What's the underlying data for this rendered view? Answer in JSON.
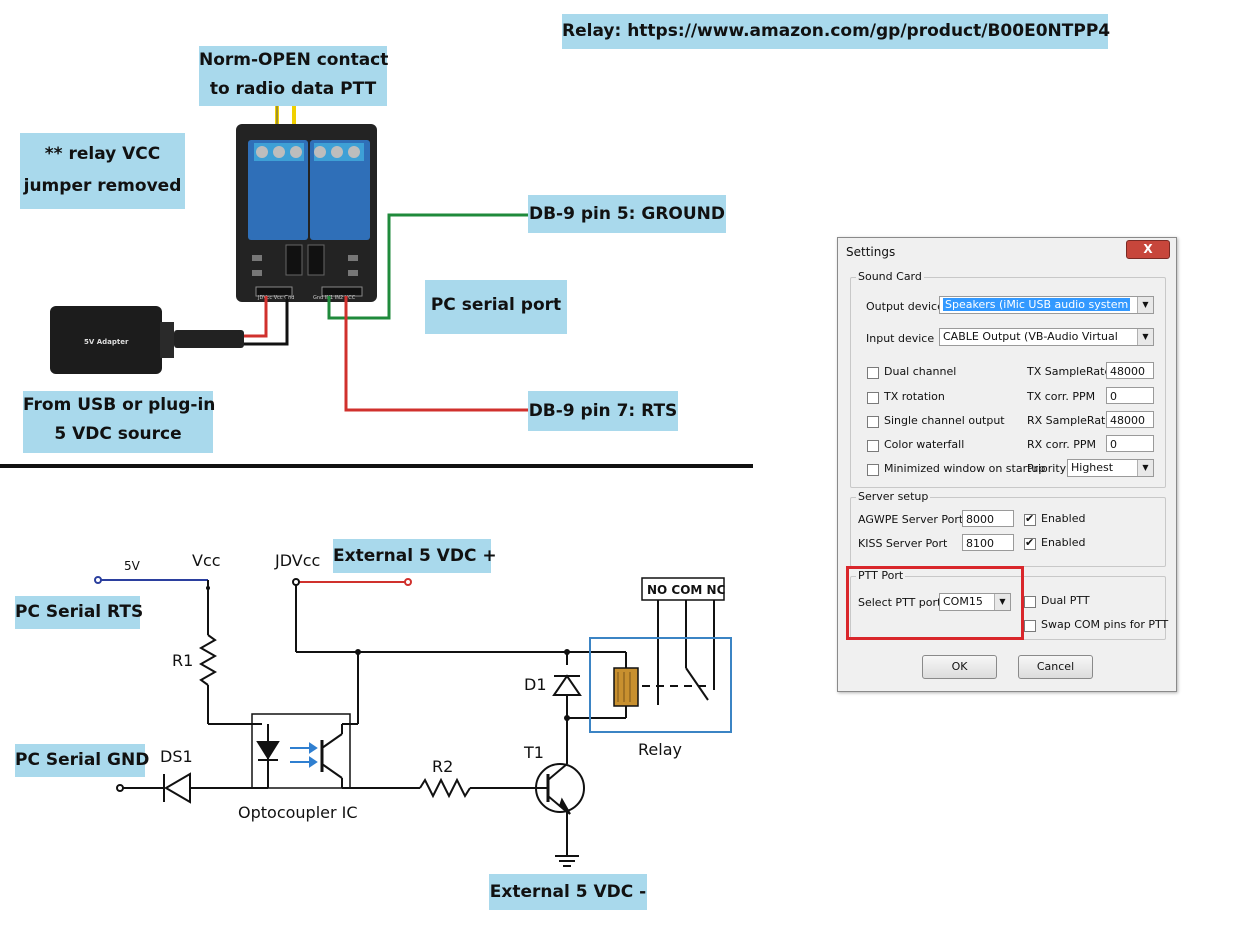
{
  "labels": {
    "relay_link": "Relay:   https://www.amazon.com/gp/product/B00E0NTPP4",
    "norm_open_1": "Norm-OPEN contact",
    "norm_open_2": "to radio data PTT",
    "jumper_1": "** relay VCC",
    "jumper_2": "jumper removed",
    "db9_pin5": "DB-9 pin 5: GROUND",
    "pc_serial_port": "PC serial port",
    "usb_1": "From USB or plug-in",
    "usb_2": "5 VDC source",
    "db9_pin7": "DB-9 pin 7: RTS",
    "ext_plus": "External 5 VDC +",
    "pc_serial_rts": "PC Serial RTS",
    "pc_serial_gnd": "PC Serial GND",
    "ext_minus": "External 5 VDC -"
  },
  "module": {
    "adapter": "5V Adapter",
    "pins_left": "JDVcc Vcc Gnd",
    "pins_right": "Gnd IN1 IN2 VCC"
  },
  "schematic": {
    "v5": "5V",
    "vcc": "Vcc",
    "jdvcc": "JDVcc",
    "r1": "R1",
    "r2": "R2",
    "ds1": "DS1",
    "d1": "D1",
    "t1": "T1",
    "opto": "Optocoupler IC",
    "relay": "Relay",
    "no_com_nc": "NO COM NC"
  },
  "dialog": {
    "title": "Settings",
    "close": "X",
    "sound_card": "Sound Card",
    "output_device_label": "Output device",
    "output_device_value": "Speakers (iMic USB audio system",
    "input_device_label": "Input device",
    "input_device_value": "CABLE Output (VB-Audio Virtual",
    "dual_channel": "Dual channel",
    "tx_rotation": "TX rotation",
    "single_channel_output": "Single channel output",
    "color_waterfall": "Color waterfall",
    "minimized": "Minimized window on startup",
    "tx_samplerate_label": "TX SampleRate",
    "tx_samplerate": "48000",
    "tx_corr_label": "TX corr. PPM",
    "tx_corr": "0",
    "rx_samplerate_label": "RX SampleRate",
    "rx_samplerate": "48000",
    "rx_corr_label": "RX corr. PPM",
    "rx_corr": "0",
    "priority_label": "Priority",
    "priority_value": "Highest",
    "server_setup": "Server setup",
    "agwpe_label": "AGWPE Server Port",
    "agwpe_port": "8000",
    "kiss_label": "KISS Server Port",
    "kiss_port": "8100",
    "enabled": "Enabled",
    "ptt_port": "PTT Port",
    "select_ptt_label": "Select PTT port",
    "select_ptt_value": "COM15",
    "dual_ptt": "Dual PTT",
    "swap_com": "Swap COM pins for PTT",
    "ok": "OK",
    "cancel": "Cancel"
  },
  "colors": {
    "label_bg": "#a9d9ec",
    "wire_red": "#d0312d",
    "wire_green": "#1f8a3b",
    "wire_yellow": "#f0d000",
    "wire_blue": "#2b3f9e",
    "relay_outline": "#3b84c4",
    "ptt_highlight": "#d9262b"
  }
}
